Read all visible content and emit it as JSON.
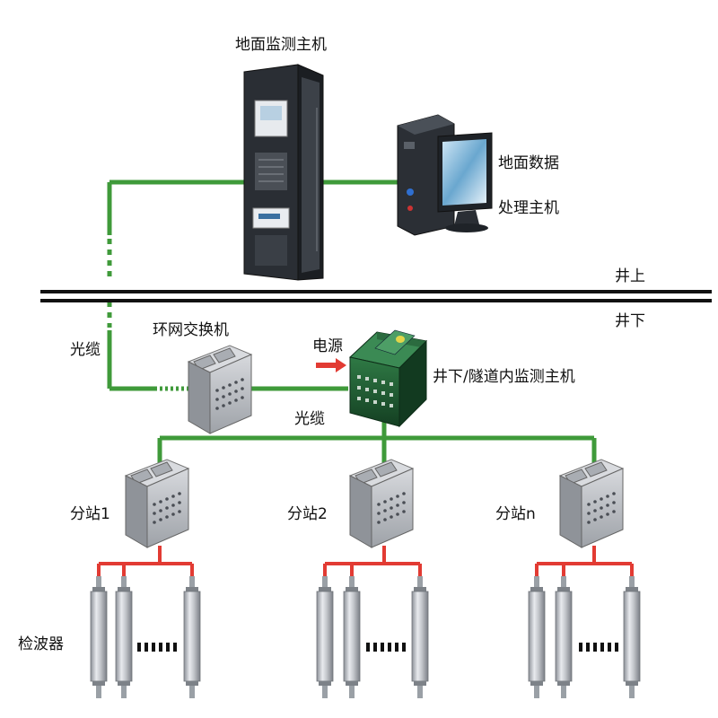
{
  "labels": {
    "surface_host": "地面监测主机",
    "data_host_line1": "地面数据",
    "data_host_line2": "处理主机",
    "above_ground": "井上",
    "below_ground": "井下",
    "ring_switch": "环网交换机",
    "fiber_left": "光缆",
    "fiber_middle": "光缆",
    "power": "电源",
    "underground_host": "井下/隧道内监测主机",
    "substation_1": "分站1",
    "substation_2": "分站2",
    "substation_n": "分站n",
    "geophones": "检波器"
  },
  "colors": {
    "fiber": "#3f9a3a",
    "sensor_wire": "#e23b33",
    "ground_line": "#111111",
    "cabinet": "#2d3138",
    "station_box": "#b9bcc2",
    "main_box": "#1f5a32",
    "arrow": "#e23b33"
  }
}
